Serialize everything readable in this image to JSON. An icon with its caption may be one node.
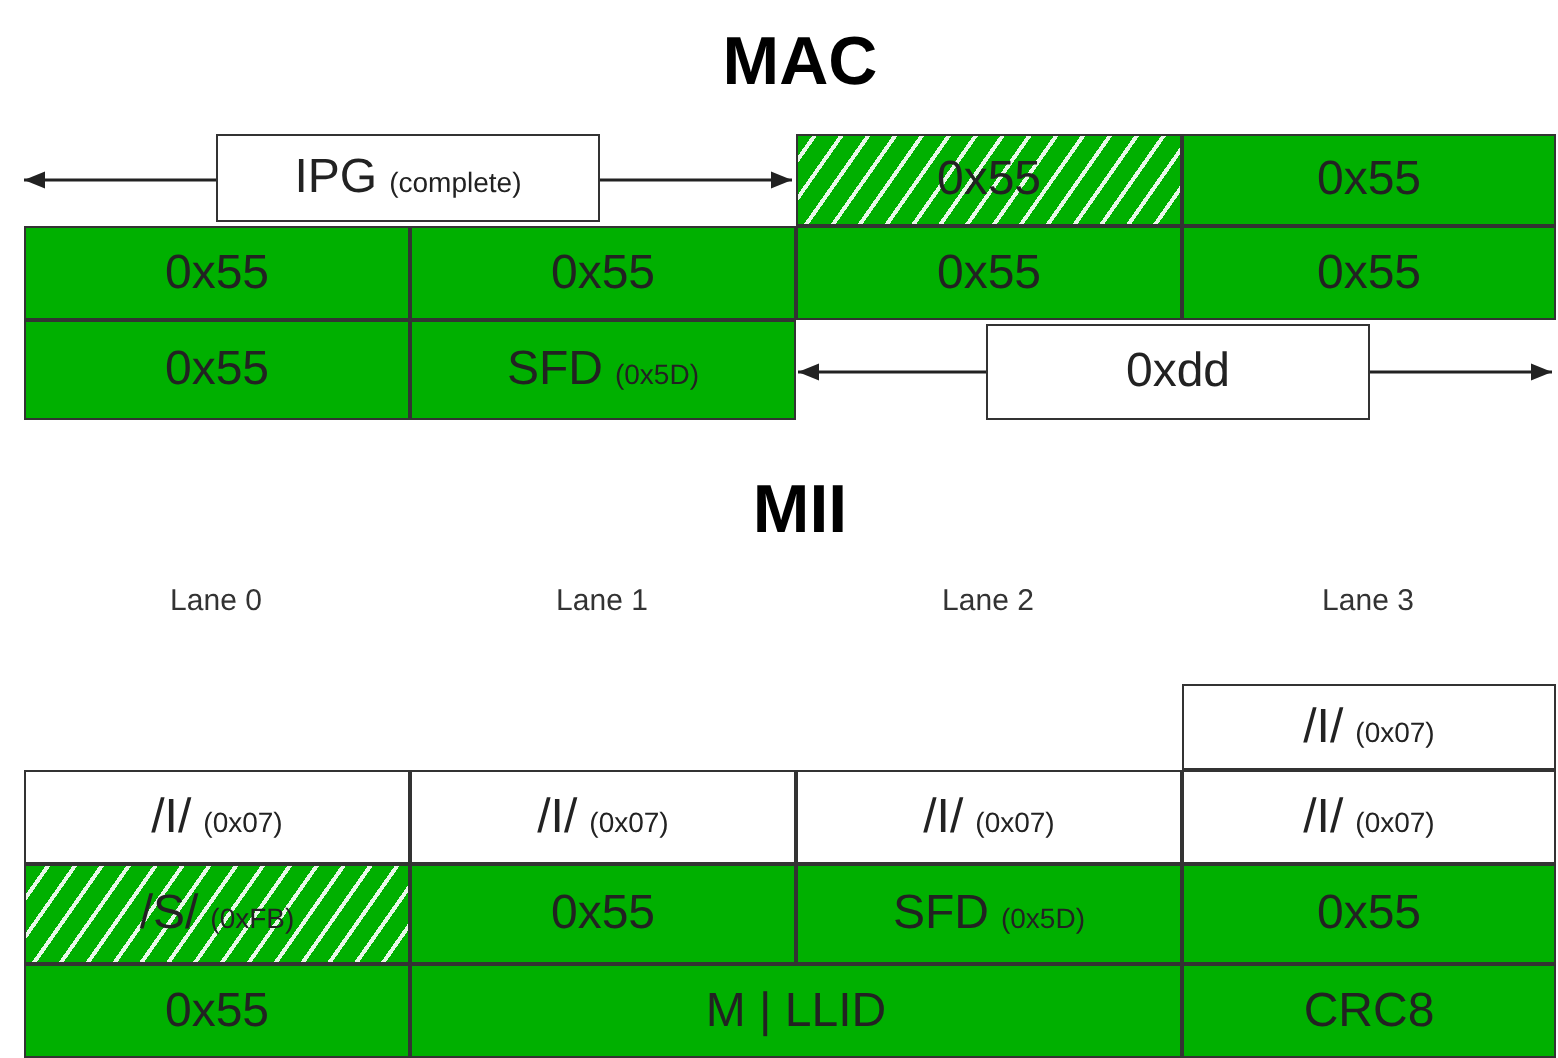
{
  "diagram": {
    "nodes": [
      {
        "text": [
          "IPG",
          "(complete)"
        ]
      },
      {
        "text": [
          "0x55"
        ]
      },
      {
        "text": [
          "0x55"
        ]
      },
      {
        "text": [
          "0x55"
        ]
      },
      {
        "text": [
          "0x55"
        ]
      },
      {
        "text": [
          "0x55"
        ]
      },
      {
        "text": [
          "0x55"
        ]
      },
      {
        "text": [
          "0x55"
        ]
      },
      {
        "text": [
          "SFD",
          "(0x5D)"
        ]
      },
      {
        "text": [
          "0xdd"
        ]
      },
      {
        "text": [
          "/I/",
          "(0x07)"
        ]
      },
      {
        "text": [
          "/I/",
          "(0x07)"
        ]
      },
      {
        "text": [
          "/I/",
          "(0x07)"
        ]
      },
      {
        "text": [
          "/I/",
          "(0x07)"
        ]
      },
      {
        "text": [
          "/I/",
          "(0x07)"
        ]
      },
      {
        "text": [
          "/S/",
          "(0xFB)"
        ]
      },
      {
        "text": [
          "0x55"
        ]
      },
      {
        "text": [
          "SFD",
          "(0x5D)"
        ]
      },
      {
        "text": [
          "0x55"
        ]
      },
      {
        "text": [
          "0x55"
        ]
      },
      {
        "text": [
          "M | LLID"
        ]
      },
      {
        "text": [
          "CRC8"
        ]
      }
    ],
    "edges": [],
    "labels": [
      "MAC",
      "MII",
      "Lane 0",
      "Lane 1",
      "Lane 2",
      "Lane 3"
    ]
  }
}
